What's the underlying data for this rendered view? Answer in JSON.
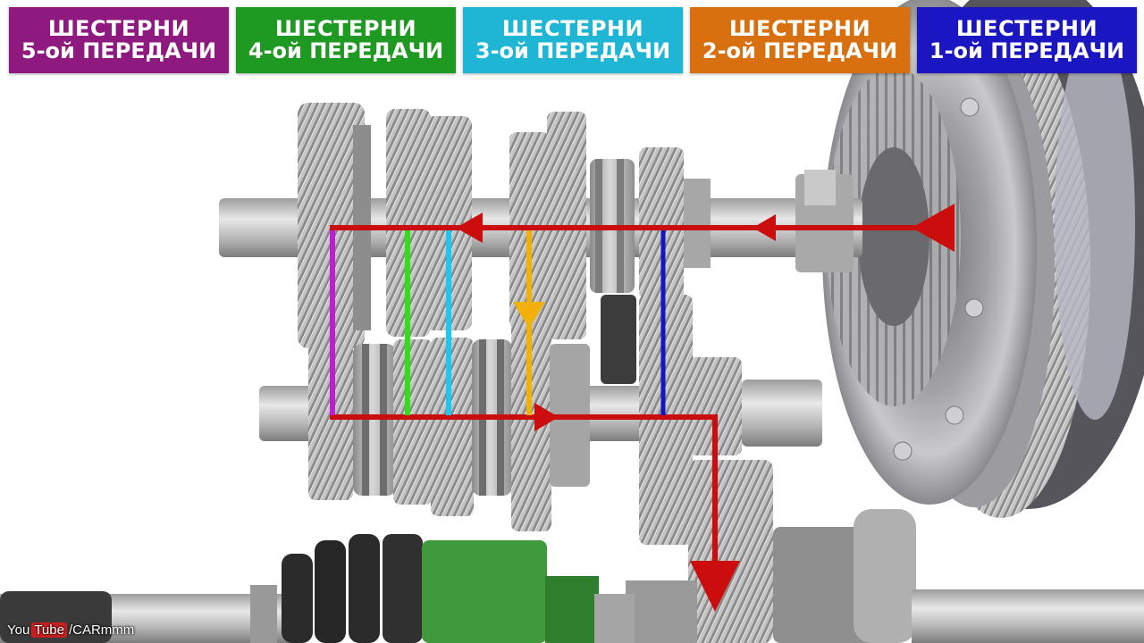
{
  "labels": [
    {
      "line1": "ШЕСТЕРНИ",
      "line2": "5-ой ПЕРЕДАЧИ",
      "color": "#8e1a80"
    },
    {
      "line1": "ШЕСТЕРНИ",
      "line2": "4-ой ПЕРЕДАЧИ",
      "color": "#1e9a22"
    },
    {
      "line1": "ШЕСТЕРНИ",
      "line2": "3-ой ПЕРЕДАЧИ",
      "color": "#1fb6d6"
    },
    {
      "line1": "ШЕСТЕРНИ",
      "line2": "2-ой ПЕРЕДАЧИ",
      "color": "#d9700f"
    },
    {
      "line1": "ШЕСТЕРНИ",
      "line2": "1-ой ПЕРЕДАЧИ",
      "color": "#1a16c2"
    }
  ],
  "watermark": {
    "you": "You",
    "tube": "Tube",
    "channel": "/CARmmm"
  },
  "colors": {
    "flow": "#cc0d0d",
    "gear5": "#c01cd6",
    "gear4": "#2fe012",
    "gear3": "#1cc8ec",
    "gear2": "#f2b10a",
    "gear1": "#1414c8"
  }
}
